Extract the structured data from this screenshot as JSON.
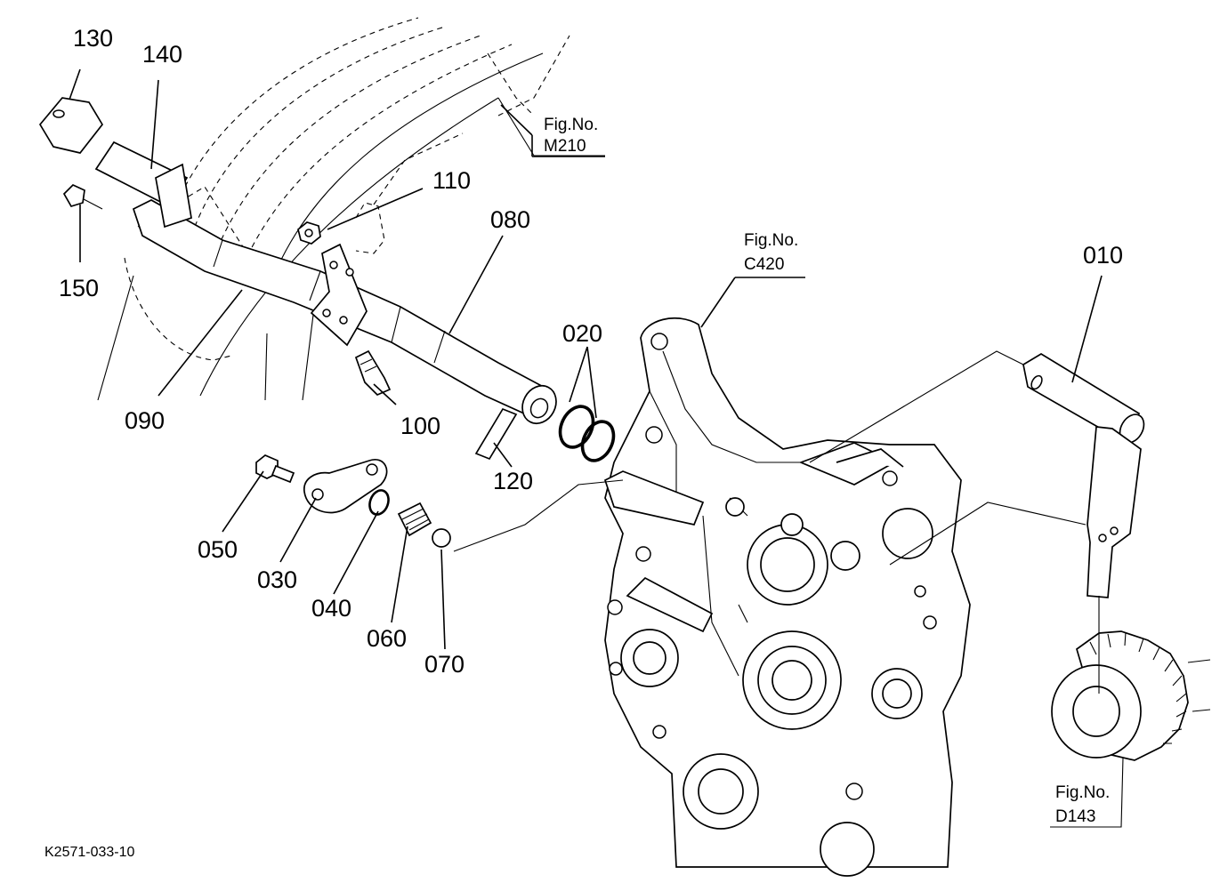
{
  "diagram": {
    "drawing_code": "K2571-033-10",
    "part_labels": [
      {
        "id": "p010",
        "text": "010"
      },
      {
        "id": "p020",
        "text": "020"
      },
      {
        "id": "p030",
        "text": "030"
      },
      {
        "id": "p040",
        "text": "040"
      },
      {
        "id": "p050",
        "text": "050"
      },
      {
        "id": "p060",
        "text": "060"
      },
      {
        "id": "p070",
        "text": "070"
      },
      {
        "id": "p080",
        "text": "080"
      },
      {
        "id": "p090",
        "text": "090"
      },
      {
        "id": "p100",
        "text": "100"
      },
      {
        "id": "p110",
        "text": "110"
      },
      {
        "id": "p120",
        "text": "120"
      },
      {
        "id": "p130",
        "text": "130"
      },
      {
        "id": "p140",
        "text": "140"
      },
      {
        "id": "p150",
        "text": "150"
      }
    ],
    "figure_refs": [
      {
        "id": "m210",
        "caption": "Fig.No.",
        "number": "M210"
      },
      {
        "id": "c420",
        "caption": "Fig.No.",
        "number": "C420"
      },
      {
        "id": "d143",
        "caption": "Fig.No.",
        "number": "D143"
      }
    ]
  }
}
